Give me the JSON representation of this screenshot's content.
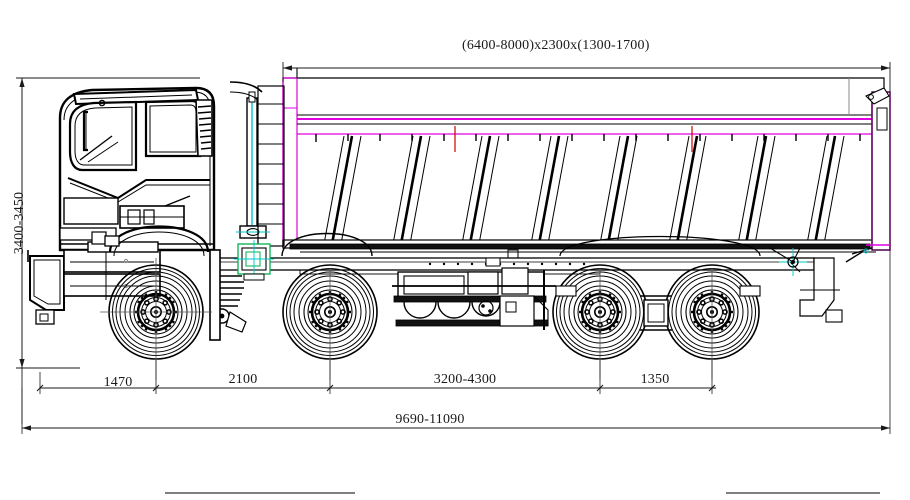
{
  "drawing": {
    "type": "technical-elevation",
    "subject": "8x4 dump truck side view",
    "colors": {
      "line": "#000000",
      "accent_magenta": "#e000e0",
      "accent_cyan": "#00c8c8",
      "accent_green": "#00b050",
      "accent_red": "#d00000",
      "dim_line": "#1a1a1a",
      "background": "#ffffff"
    }
  },
  "dimensions": {
    "body_box": {
      "label": "(6400-8000)x2300x(1300-1700)",
      "name": "cargo-body-dimensions"
    },
    "height": {
      "label": "3400-3450",
      "name": "overall-height"
    },
    "overall_length": {
      "label": "9690-11090",
      "name": "overall-length"
    },
    "chain": [
      {
        "label": "1470",
        "name": "front-overhang"
      },
      {
        "label": "2100",
        "name": "axle1-to-axle2"
      },
      {
        "label": "3200-4300",
        "name": "axle2-to-axle3"
      },
      {
        "label": "1350",
        "name": "rear-tandem-spacing"
      }
    ]
  }
}
